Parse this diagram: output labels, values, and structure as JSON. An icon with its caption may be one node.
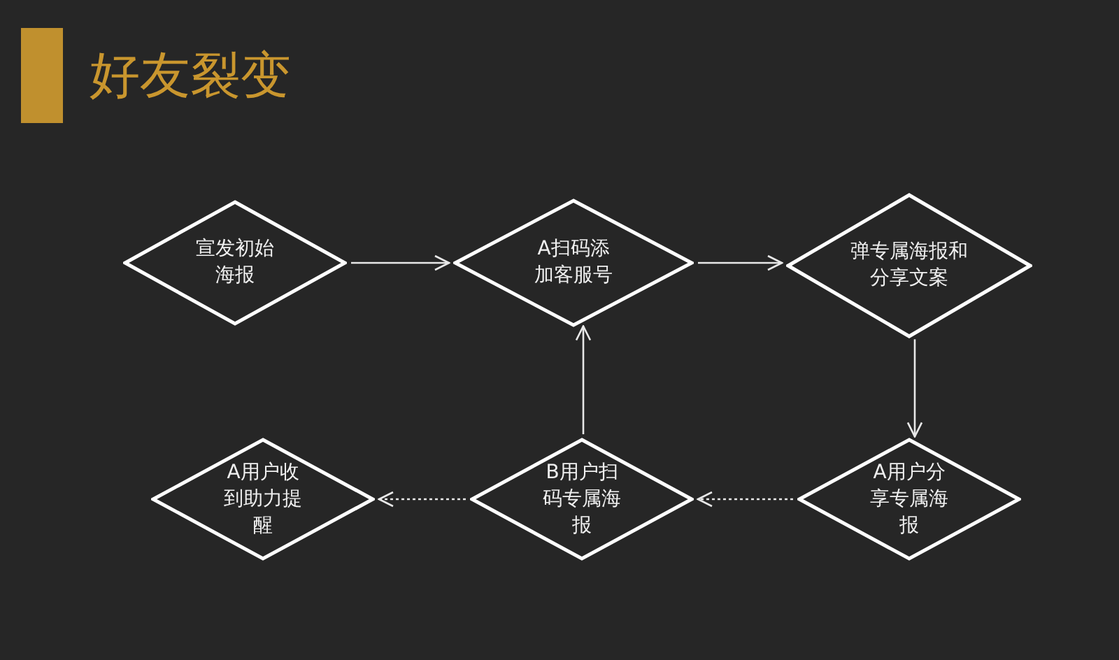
{
  "diagram": {
    "title": "好友裂变",
    "nodes": [
      {
        "text": [
          "宣发初始海报"
        ]
      },
      {
        "text": [
          "A扫码添加客服号"
        ]
      },
      {
        "text": [
          "弹专属海报和分享文案"
        ]
      },
      {
        "text": [
          "A用户分享专属海报"
        ]
      },
      {
        "text": [
          "B用户扫码专属海报"
        ]
      },
      {
        "text": [
          "A用户收到助力提醒"
        ]
      }
    ],
    "edges": [
      {
        "from": 0,
        "to": 1,
        "arrow": "to"
      },
      {
        "from": 1,
        "to": 2,
        "arrow": "to"
      },
      {
        "from": 2,
        "to": 3,
        "arrow": "to"
      },
      {
        "from": 3,
        "to": 4,
        "arrow": "to",
        "style": "dashed"
      },
      {
        "from": 4,
        "to": 5,
        "arrow": "to",
        "style": "dashed"
      },
      {
        "from": 4,
        "to": 1,
        "arrow": "to"
      }
    ]
  }
}
